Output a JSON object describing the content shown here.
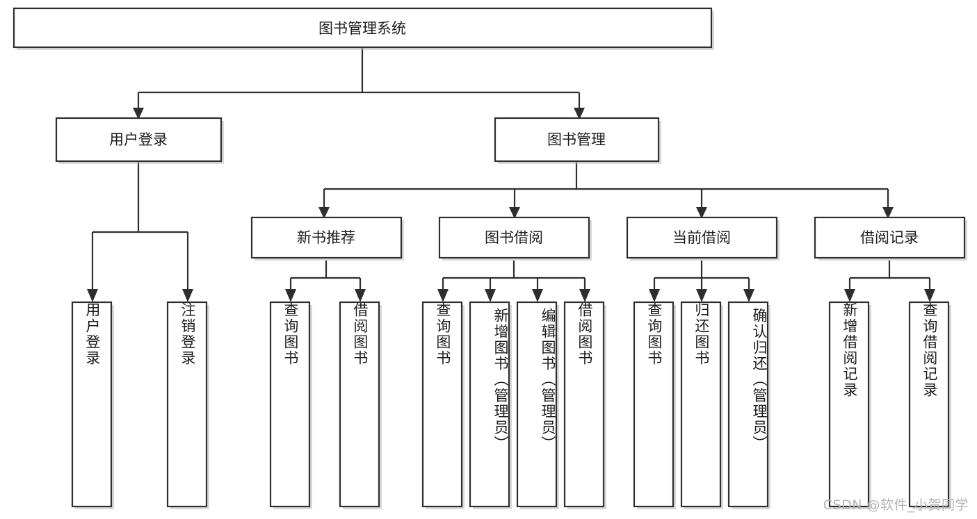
{
  "diagram": {
    "title": "图书管理系统",
    "type": "tree-hierarchy-chart",
    "colors": {
      "box_stroke": "#2e2e2e",
      "box_fill": "#ffffff",
      "text": "#1c1c1c",
      "background": "#ffffff",
      "watermark": "#b4b4b4"
    },
    "root": {
      "label": "图书管理系统"
    },
    "level2": [
      {
        "label": "用户登录"
      },
      {
        "label": "图书管理"
      }
    ],
    "level3": [
      {
        "label": "新书推荐"
      },
      {
        "label": "图书借阅"
      },
      {
        "label": "当前借阅"
      },
      {
        "label": "借阅记录"
      }
    ],
    "leaves": {
      "user_login": [
        {
          "label": "用户登录"
        },
        {
          "label": "注销登录"
        }
      ],
      "new_book_recommend": [
        {
          "label": "查询图书"
        },
        {
          "label": "借阅图书"
        }
      ],
      "book_borrow": [
        {
          "label": "查询图书"
        },
        {
          "label": "新增图书（管理员）"
        },
        {
          "label": "编辑图书（管理员）"
        },
        {
          "label": "借阅图书"
        }
      ],
      "current_borrow": [
        {
          "label": "查询图书"
        },
        {
          "label": "归还图书"
        },
        {
          "label": "确认归还（管理员）"
        }
      ],
      "borrow_record": [
        {
          "label": "新增借阅记录"
        },
        {
          "label": "查询借阅记录"
        }
      ]
    },
    "watermark": "CSDN @软件_小贺同学"
  }
}
